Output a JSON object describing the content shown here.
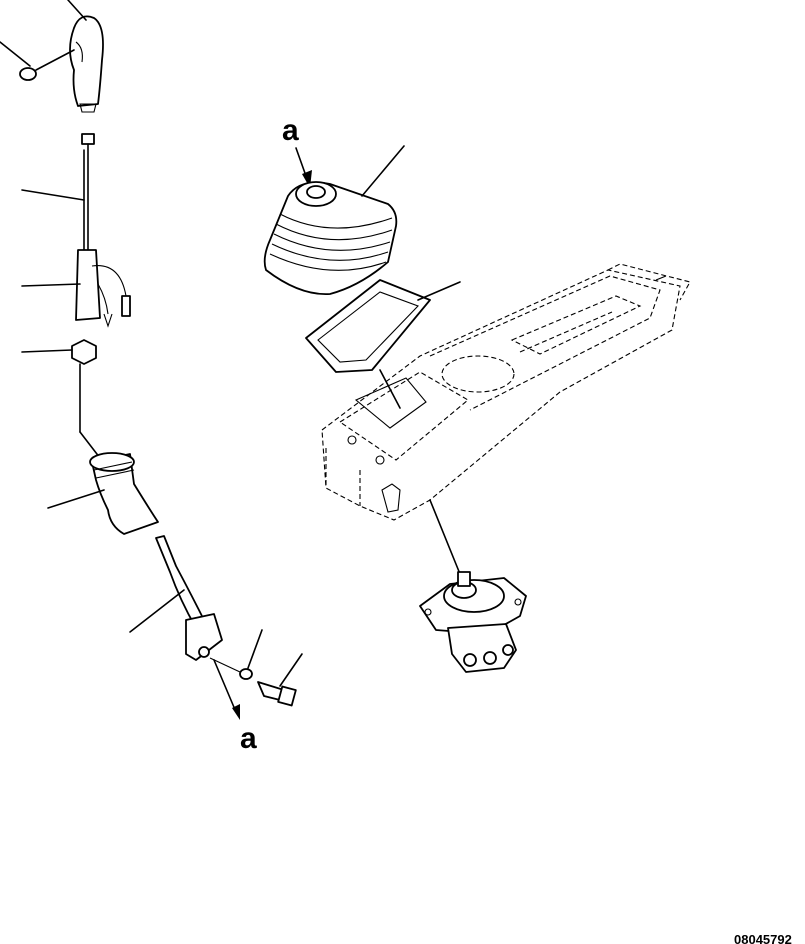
{
  "labels": {
    "ref_a_top": "a",
    "ref_a_bottom": "a"
  },
  "figure_code": "08045792"
}
